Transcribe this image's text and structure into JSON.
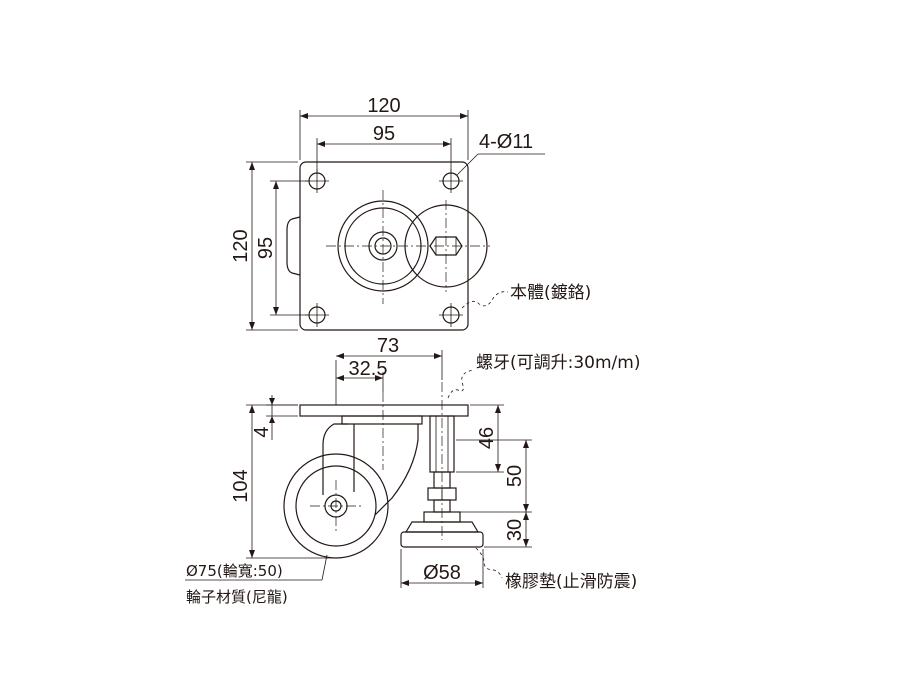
{
  "top_view": {
    "dims": {
      "width_outer": "120",
      "width_holes": "95",
      "holes": "4-Ø11",
      "height_outer": "120",
      "height_holes": "95"
    },
    "callout_body": "本體(鍍鉻)"
  },
  "side_view": {
    "dims": {
      "plate_to_pad": "73",
      "offset": "32.5",
      "plate_thickness": "4",
      "total_height": "104",
      "thread_upper": "46",
      "thread_mid": "50",
      "thread_lower": "30",
      "pad_dia": "Ø58"
    },
    "callout_thread": "螺牙(可調升:30m/m)",
    "callout_wheel_line1": "Ø75(輪寬:50)",
    "callout_wheel_line2": "輪子材質(尼龍)",
    "callout_pad": "橡膠墊(止滑防震)"
  },
  "colors": {
    "line": "#231815",
    "background": "#ffffff"
  }
}
